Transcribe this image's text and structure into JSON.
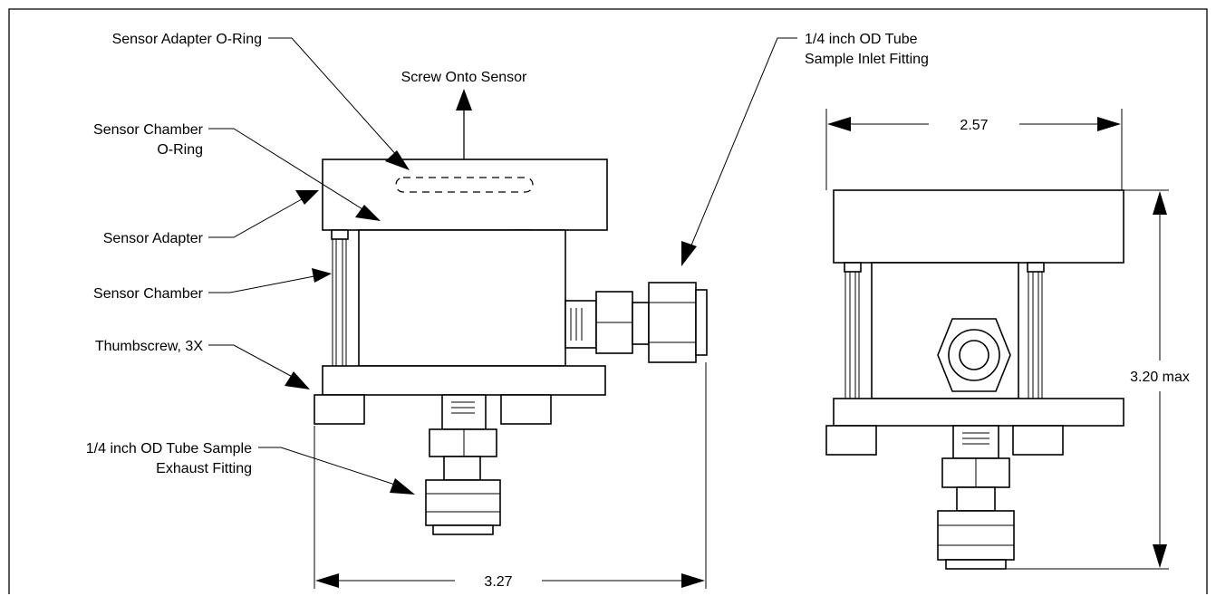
{
  "diagram": {
    "labels": {
      "adapter_oring": "Sensor Adapter O-Ring",
      "screw_onto_sensor": "Screw Onto Sensor",
      "chamber_oring_line1": "Sensor Chamber",
      "chamber_oring_line2": "O-Ring",
      "sensor_adapter": "Sensor Adapter",
      "sensor_chamber": "Sensor Chamber",
      "thumbscrew": "Thumbscrew, 3X",
      "exhaust_line1": "1/4 inch OD Tube Sample",
      "exhaust_line2": "Exhaust Fitting",
      "inlet_line1": "1/4 inch OD Tube",
      "inlet_line2": "Sample Inlet Fitting"
    },
    "dimensions": {
      "overall_width": "3.27",
      "side_width": "2.57",
      "height": "3.20 max"
    }
  }
}
